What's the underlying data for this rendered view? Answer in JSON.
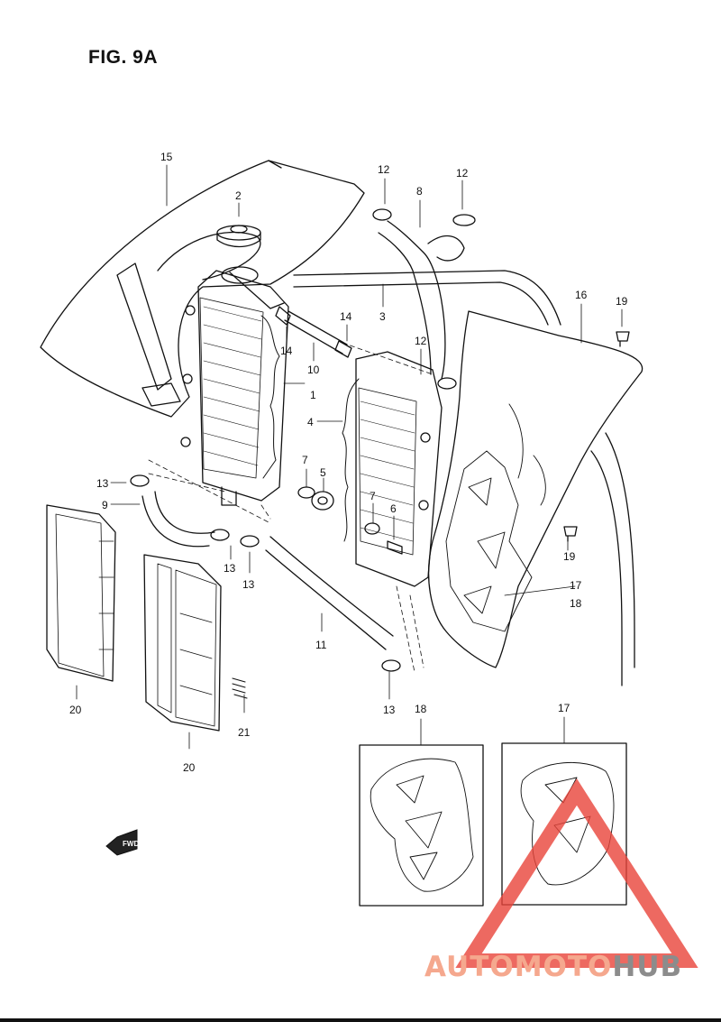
{
  "figure": {
    "title": "FIG. 9A"
  },
  "fwd_label": "FWD",
  "callouts": [
    {
      "id": "c15",
      "text": "15"
    },
    {
      "id": "c2",
      "text": "2"
    },
    {
      "id": "c12a",
      "text": "12"
    },
    {
      "id": "c8",
      "text": "8"
    },
    {
      "id": "c12b",
      "text": "12"
    },
    {
      "id": "c16",
      "text": "16"
    },
    {
      "id": "c19a",
      "text": "19"
    },
    {
      "id": "c3",
      "text": "3"
    },
    {
      "id": "c14a",
      "text": "14"
    },
    {
      "id": "c14b",
      "text": "14"
    },
    {
      "id": "c10",
      "text": "10"
    },
    {
      "id": "c12c",
      "text": "12"
    },
    {
      "id": "c1",
      "text": "1"
    },
    {
      "id": "c4",
      "text": "4"
    },
    {
      "id": "c13a",
      "text": "13"
    },
    {
      "id": "c9",
      "text": "9"
    },
    {
      "id": "c7a",
      "text": "7"
    },
    {
      "id": "c5",
      "text": "5"
    },
    {
      "id": "c7b",
      "text": "7"
    },
    {
      "id": "c6",
      "text": "6"
    },
    {
      "id": "c19b",
      "text": "19"
    },
    {
      "id": "c17a",
      "text": "17"
    },
    {
      "id": "c18a",
      "text": "18"
    },
    {
      "id": "c13b",
      "text": "13"
    },
    {
      "id": "c13c",
      "text": "13"
    },
    {
      "id": "c11",
      "text": "11"
    },
    {
      "id": "c13d",
      "text": "13"
    },
    {
      "id": "c20a",
      "text": "20"
    },
    {
      "id": "c21",
      "text": "21"
    },
    {
      "id": "c20b",
      "text": "20"
    },
    {
      "id": "c18b",
      "text": "18"
    },
    {
      "id": "c17b",
      "text": "17"
    }
  ],
  "watermark": {
    "part1": "AUTOMOTO",
    "part2": "HUB",
    "color1": "#f5a88e",
    "color2": "#8c8c8c",
    "triangle_color": "#e8433a"
  }
}
